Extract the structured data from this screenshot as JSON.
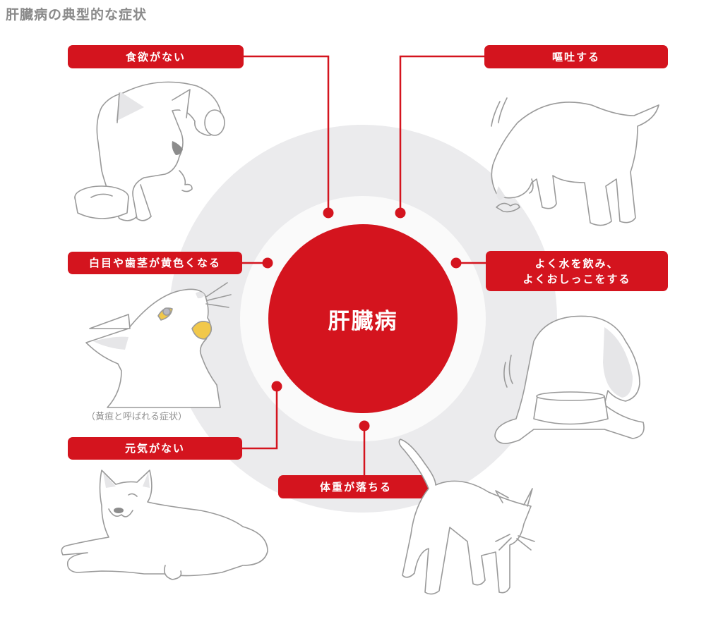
{
  "title": "肝臓病の典型的な症状",
  "center": {
    "label": "肝臓病"
  },
  "symptoms": [
    {
      "id": "appetite",
      "label": "食欲がない",
      "illustration": "dog-not-eating-icon"
    },
    {
      "id": "vomit",
      "label": "嘔吐する",
      "illustration": "dog-vomiting-icon"
    },
    {
      "id": "jaundice",
      "label": "白目や歯茎が黄色くなる",
      "caption": "（黄疸と呼ばれる症状）",
      "illustration": "cat-jaundice-icon"
    },
    {
      "id": "thirst",
      "label_line1": "よく水を飲み、",
      "label_line2": "よくおしっこをする",
      "illustration": "dog-drinking-icon"
    },
    {
      "id": "lethargy",
      "label": "元気がない",
      "illustration": "dog-lying-icon"
    },
    {
      "id": "weight",
      "label": "体重が落ちる",
      "illustration": "thin-cat-icon"
    }
  ],
  "colors": {
    "accent": "#d4141e",
    "title": "#8a8a8a",
    "outer_ring": "#ebebed",
    "inner_ring": "#fafafa",
    "line_art": "#9a9a9a",
    "jaundice_yellow": "#f1c84a"
  }
}
